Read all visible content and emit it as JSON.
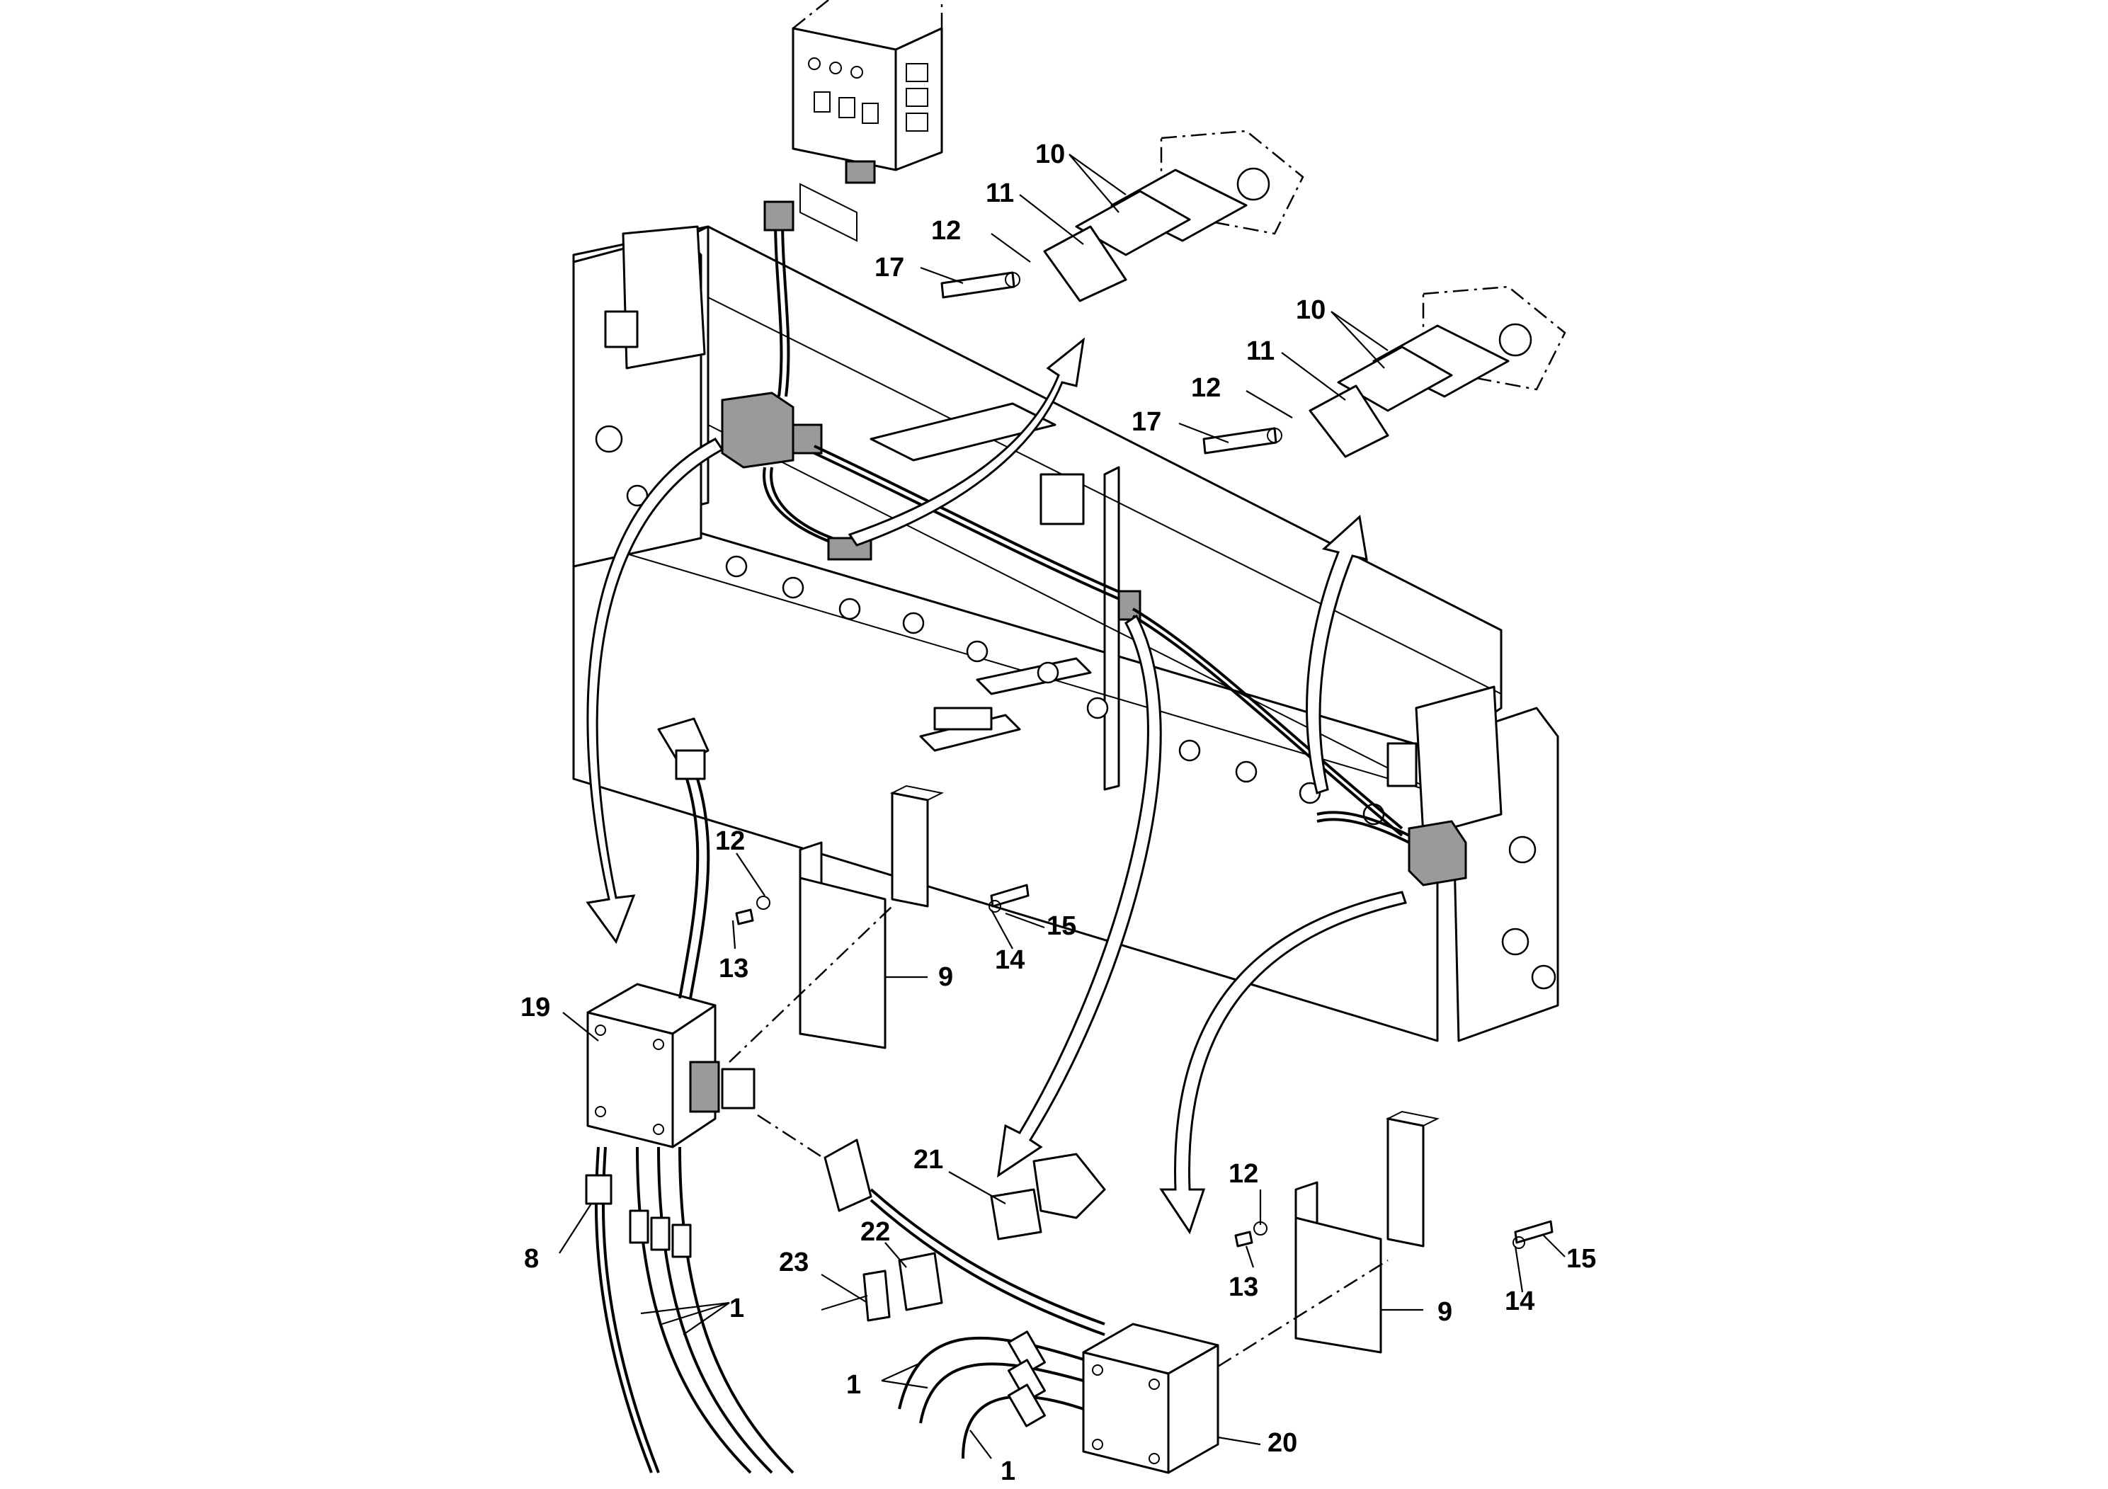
{
  "callouts": [
    {
      "id": "10a",
      "text": "10"
    },
    {
      "id": "11a",
      "text": "11"
    },
    {
      "id": "12a",
      "text": "12"
    },
    {
      "id": "17a",
      "text": "17"
    },
    {
      "id": "10b",
      "text": "10"
    },
    {
      "id": "11b",
      "text": "11"
    },
    {
      "id": "12b",
      "text": "12"
    },
    {
      "id": "17b",
      "text": "17"
    },
    {
      "id": "12c",
      "text": "12"
    },
    {
      "id": "15a",
      "text": "15"
    },
    {
      "id": "13a",
      "text": "13"
    },
    {
      "id": "14a",
      "text": "14"
    },
    {
      "id": "9a",
      "text": "9"
    },
    {
      "id": "19",
      "text": "19"
    },
    {
      "id": "8",
      "text": "8"
    },
    {
      "id": "1a",
      "text": "1"
    },
    {
      "id": "21",
      "text": "21"
    },
    {
      "id": "22",
      "text": "22"
    },
    {
      "id": "23",
      "text": "23"
    },
    {
      "id": "1b",
      "text": "1"
    },
    {
      "id": "1c",
      "text": "1"
    },
    {
      "id": "12d",
      "text": "12"
    },
    {
      "id": "13b",
      "text": "13"
    },
    {
      "id": "15b",
      "text": "15"
    },
    {
      "id": "14b",
      "text": "14"
    },
    {
      "id": "9b",
      "text": "9"
    },
    {
      "id": "20",
      "text": "20"
    }
  ]
}
